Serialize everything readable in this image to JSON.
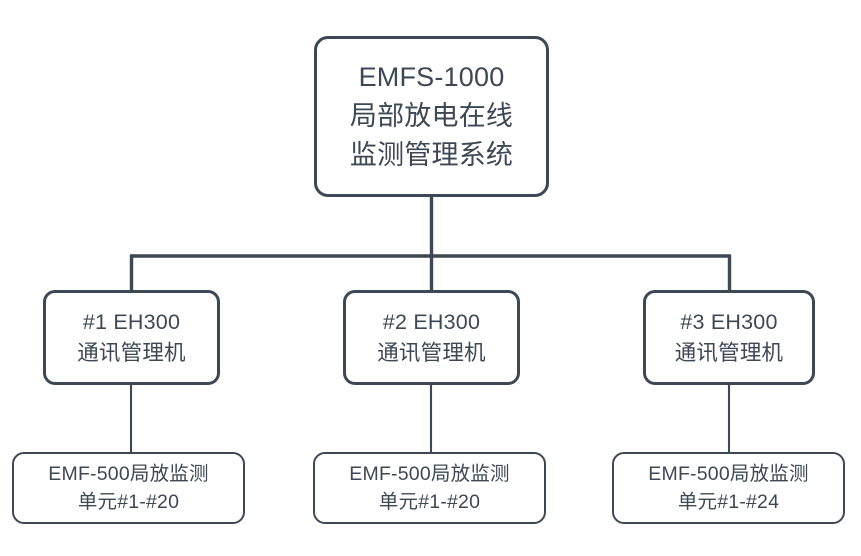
{
  "diagram": {
    "type": "hierarchy-tree",
    "orientation": "top-down",
    "levels": 3,
    "colors": {
      "stroke": "#3d4855",
      "text": "#3d4855",
      "background": "#ffffff",
      "node_fill": "#ffffff"
    },
    "root": {
      "id": "emfs-1000",
      "lines": [
        "EMFS-1000",
        "局部放电在线",
        "监测管理系统"
      ],
      "line1": "EMFS-1000",
      "line2": "局部放电在线",
      "line3": "监测管理系统"
    },
    "mid_nodes": [
      {
        "id": "eh300-1",
        "line1": "#1 EH300",
        "line2": "通讯管理机"
      },
      {
        "id": "eh300-2",
        "line1": "#2 EH300",
        "line2": "通讯管理机"
      },
      {
        "id": "eh300-3",
        "line1": "#3 EH300",
        "line2": "通讯管理机"
      }
    ],
    "leaf_nodes": [
      {
        "id": "emf500-1",
        "line1": "EMF-500局放监测",
        "line2": "单元#1-#20"
      },
      {
        "id": "emf500-2",
        "line1": "EMF-500局放监测",
        "line2": "单元#1-#20"
      },
      {
        "id": "emf500-3",
        "line1": "EMF-500局放监测",
        "line2": "单元#1-#24"
      }
    ]
  }
}
